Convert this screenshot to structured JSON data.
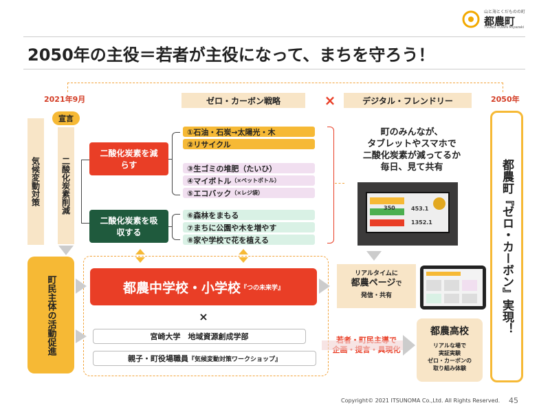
{
  "header": {
    "logo_tagline": "山と海とくだものの町",
    "logo_name": "都農町",
    "logo_sub": "TSUNO TOWN Miyazaki"
  },
  "title": "2050年の主役＝若者が主役になって、まちを守ろう！",
  "timeline": {
    "start": "2021年9月",
    "end": "2050年",
    "declaration": "宣言"
  },
  "strategies": {
    "left": "ゼロ・カーボン戦略",
    "cross": "×",
    "right": "デジタル・フレンドリー"
  },
  "vertical_labels": {
    "climate": "気候変動対策",
    "co2_reduction": "二酸化炭素削減",
    "activity": "町民主体の活動促進",
    "realize": "都農町『ゼロ・カーボン』実現！"
  },
  "reduce": {
    "label": "二酸化炭素を減らす",
    "items": [
      {
        "main": "①石油・石炭→太陽光・木",
        "note": ""
      },
      {
        "main": "②リサイクル",
        "note": ""
      },
      {
        "main": "③生ゴミの堆肥（たいひ）",
        "note": ""
      },
      {
        "main": "④マイボトル",
        "note": "（×ペットボトル）"
      },
      {
        "main": "⑤エコバック",
        "note": "（×レジ袋）"
      }
    ]
  },
  "absorb": {
    "label": "二酸化炭素を吸収する",
    "items": [
      "⑥森林をまもる",
      "⑦まちに公園や木を増やす",
      "⑧家や学校で花を植える"
    ]
  },
  "share_text": [
    "町のみんなが、",
    "タブレットやスマホで",
    "二酸化炭素が減ってるか",
    "毎日、見て共有"
  ],
  "monitor": {
    "values": [
      "350",
      "453.1",
      "1352.1"
    ]
  },
  "school": {
    "name": "都農中学校・小学校",
    "sub": "『つの未来学』"
  },
  "cross_mark": "×",
  "partners": [
    {
      "main": "宮崎大学　地域資源創成学部",
      "sub": ""
    },
    {
      "main": "親子・町役場職員",
      "sub": "『気候変動対策ワークショップ』"
    }
  ],
  "realtime": {
    "line1": "リアルタイムに",
    "line2a": "都農ページ",
    "line2b": "で",
    "line3": "発信・共有"
  },
  "youth_action": [
    "若者・町民主導で",
    "企画・提言・具現化"
  ],
  "high_school": {
    "name": "都農高校",
    "lines": [
      "リアルな場で",
      "実証実験",
      "ゼロ・カーボンの",
      "取り組み体験"
    ]
  },
  "footer": {
    "copyright": "Copyright© 2021 ITSUNOMA Co.,Ltd.  All Rights Reserved.",
    "page": "45"
  },
  "colors": {
    "red": "#e93e26",
    "dark_red": "#d33c24",
    "green": "#1f5a3d",
    "yellow": "#f6b935",
    "beige": "#f8e5c7",
    "pink": "#f1dff0",
    "mint": "#d9f1e5",
    "orange_dash": "#f2a33a"
  }
}
